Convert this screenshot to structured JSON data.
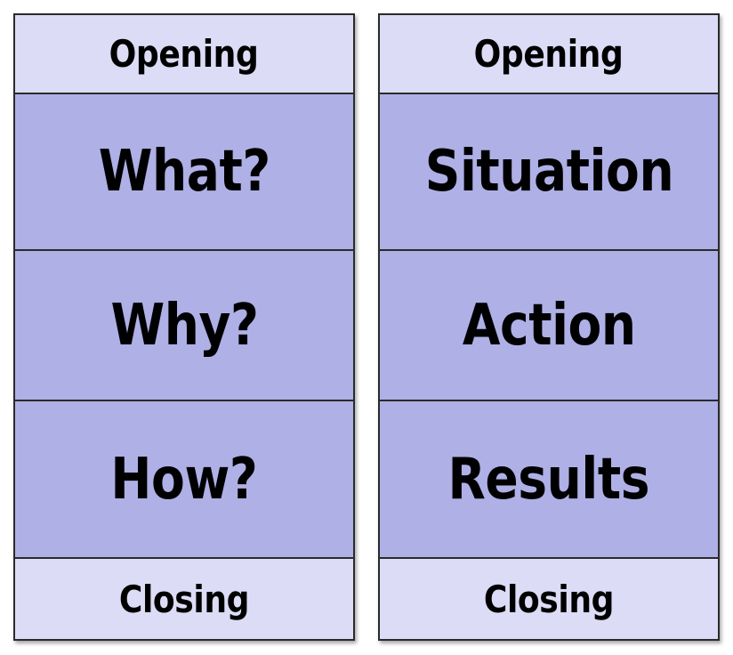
{
  "columns": [
    {
      "opening": "Opening",
      "sections": [
        "What?",
        "Why?",
        "How?"
      ],
      "closing": "Closing"
    },
    {
      "opening": "Opening",
      "sections": [
        "Situation",
        "Action",
        "Results"
      ],
      "closing": "Closing"
    }
  ],
  "colors": {
    "edge_fill": "#dcdcf6",
    "section_fill": "#aeb0e6",
    "border": "#2a2a2a"
  }
}
